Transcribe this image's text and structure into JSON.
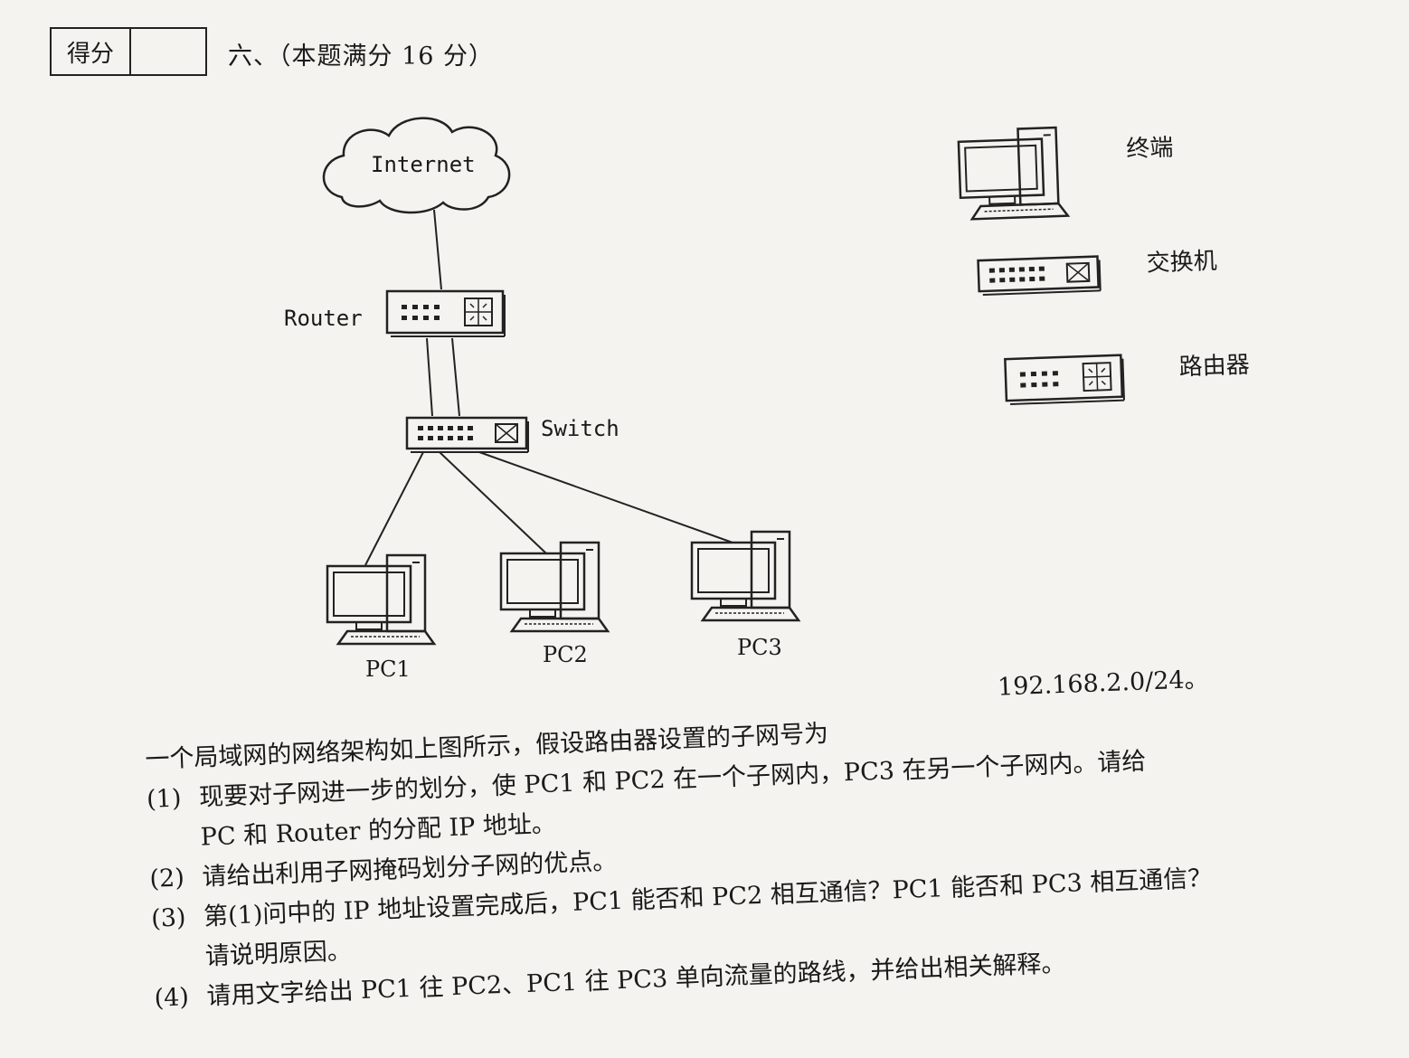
{
  "score_box": {
    "label": "得分",
    "value": ""
  },
  "section_heading": "六、（本题满分 16 分）",
  "diagram": {
    "internet_label": "Internet",
    "router_label": "Router",
    "switch_label": "Switch",
    "pcs": [
      "PC1",
      "PC2",
      "PC3"
    ]
  },
  "legend": [
    {
      "icon": "terminal-icon",
      "label": "终端"
    },
    {
      "icon": "switch-icon",
      "label": "交换机"
    },
    {
      "icon": "router-icon",
      "label": "路由器"
    }
  ],
  "question": {
    "intro_part1": "192.168.2.0/24。",
    "intro_part2": "一个局域网的网络架构如上图所示，假设路由器设置的子网号为",
    "intro_part3": "请给",
    "items": [
      {
        "num": "(1)",
        "text": "现要对子网进一步的划分，使 PC1 和 PC2 在一个子网内，PC3 在另一个子网内。",
        "cont": "PC 和 Router 的分配 IP 地址。"
      },
      {
        "num": "(2)",
        "text": "请给出利用子网掩码划分子网的优点。",
        "cont": ""
      },
      {
        "num": "(3)",
        "text": "第(1)问中的 IP 地址设置完成后，PC1 能否和 PC2 相互通信？PC1 能否和 PC3 相互通信？",
        "cont": "请说明原因。"
      },
      {
        "num": "(4)",
        "text": "请用文字给出 PC1 往 PC2、PC1 往 PC3 单向流量的路线，并给出相关解释。",
        "cont": ""
      }
    ]
  }
}
